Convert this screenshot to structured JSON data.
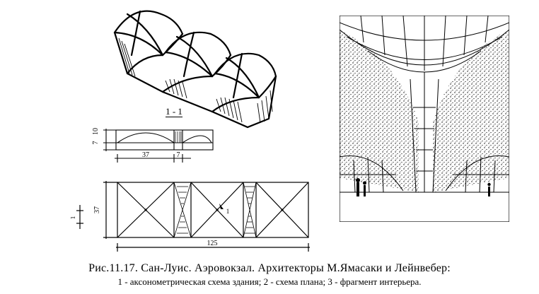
{
  "figure": {
    "section_label": "1 - 1",
    "dims": {
      "h_small": "7",
      "h_large": "10",
      "span_bay": "37",
      "span_gap": "7",
      "plan_width": "37",
      "plan_length": "125",
      "axis_mark": "1",
      "arrow_mark": "1"
    },
    "caption_title": "Рис.11.17. Сан-Луис. Аэровокзал. Архитекторы М.Ямасаки и Лейнвебер:",
    "caption_legend": "1 - аксонометрическая схема здания; 2 - схема плана; 3 - фрагмент интерьера."
  }
}
